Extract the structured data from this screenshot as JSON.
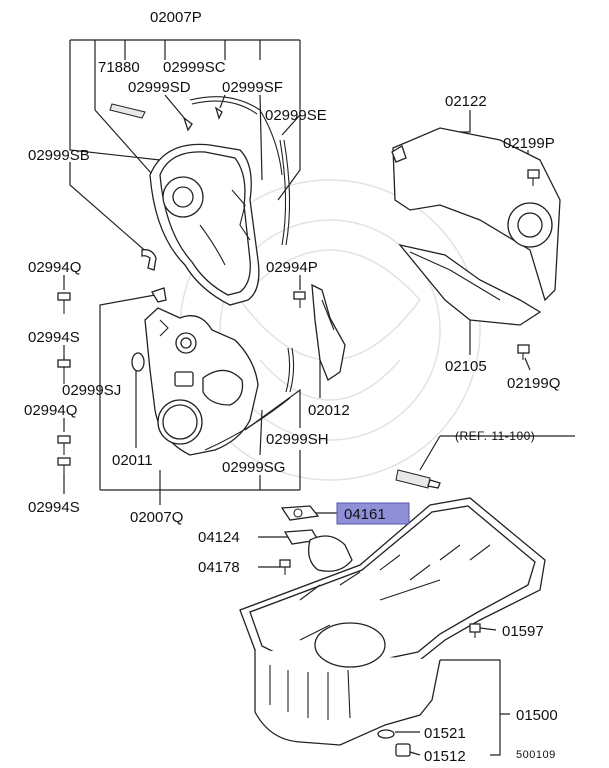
{
  "diagram": {
    "reference_note": "(REF. 11-100)",
    "drawing_code": "500109",
    "highlight_color": "#8f8fd8",
    "highlighted_part": "04161",
    "labels": {
      "p02007P": "02007P",
      "p71880": "71880",
      "p02999SC": "02999SC",
      "p02999SD": "02999SD",
      "p02999SF": "02999SF",
      "p02999SE": "02999SE",
      "p02999SB": "02999SB",
      "p02994Q_a": "02994Q",
      "p02994P": "02994P",
      "p02994S_a": "02994S",
      "p02999SJ": "02999SJ",
      "p02994Q_b": "02994Q",
      "p02012": "02012",
      "p02999SH": "02999SH",
      "p02011": "02011",
      "p02999SG": "02999SG",
      "p02994S_b": "02994S",
      "p02007Q": "02007Q",
      "p02122": "02122",
      "p02199P": "02199P",
      "p02105": "02105",
      "p02199Q": "02199Q",
      "p04161": "04161",
      "p04124": "04124",
      "p04178": "04178",
      "p01597": "01597",
      "p01500": "01500",
      "p01521": "01521",
      "p01512": "01512"
    }
  }
}
